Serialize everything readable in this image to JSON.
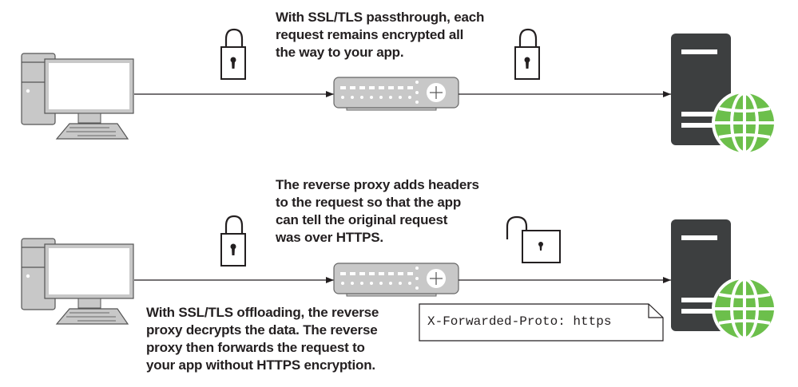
{
  "top_scenario": {
    "caption": [
      "With SSL/TLS passthrough, each",
      "request remains encrypted all",
      "the way to your app."
    ]
  },
  "bottom_scenario": {
    "proxy_caption": [
      "The reverse proxy adds headers",
      "to the request so that the app",
      "can tell the original request",
      "was over HTTPS."
    ],
    "offload_caption": [
      "With SSL/TLS offloading, the reverse",
      "proxy decrypts the data. The reverse",
      "proxy then forwards the request to",
      "your app without HTTPS encryption."
    ],
    "header_note": "X-Forwarded-Proto: https"
  },
  "colors": {
    "server": "#3d3f40",
    "globe": "#6cbf4b",
    "device": "#c8c8c8",
    "line": "#231f20"
  }
}
